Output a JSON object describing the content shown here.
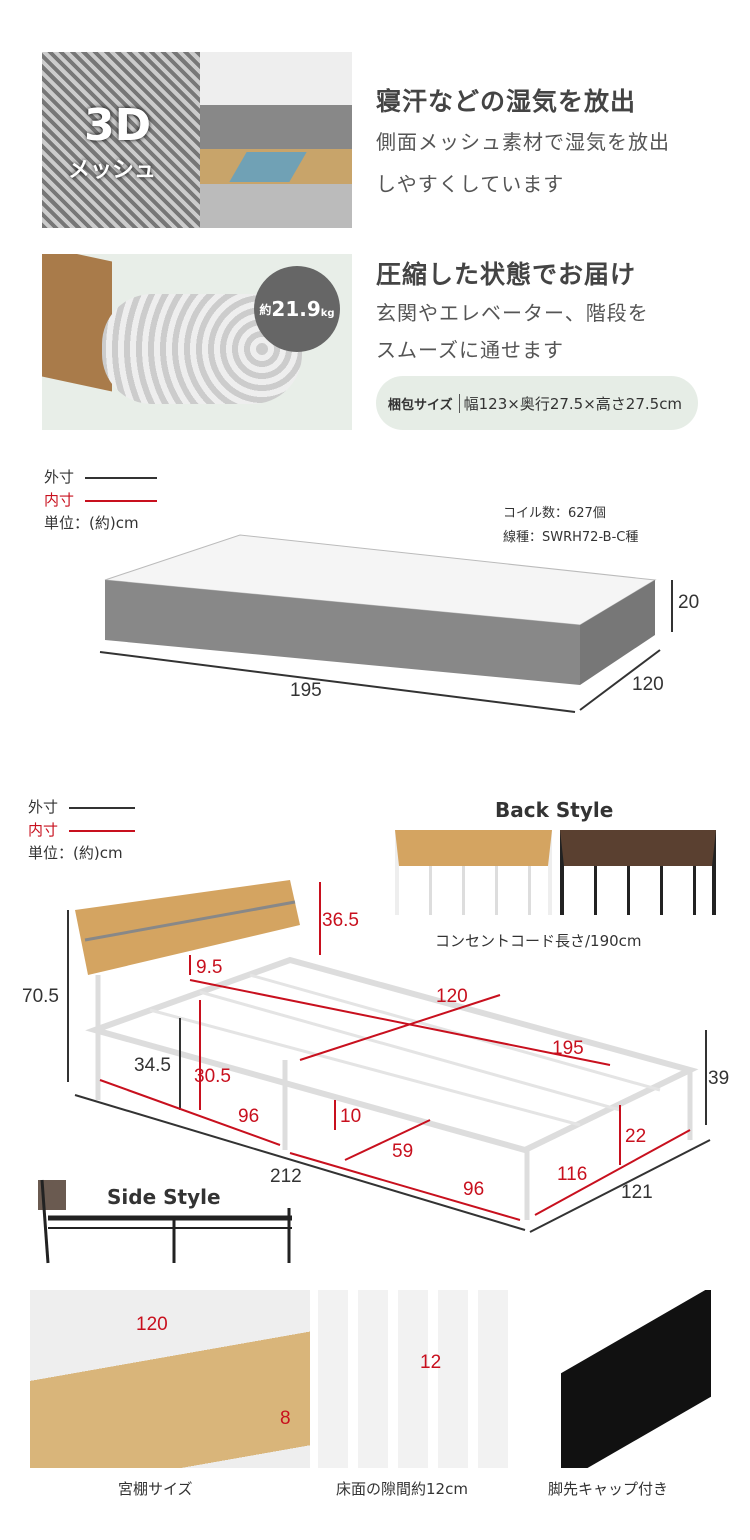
{
  "feature1": {
    "badge_main": "3D",
    "badge_sub": "メッシュ",
    "title": "寝汗などの湿気を放出",
    "lines": [
      "側面メッシュ素材で湿気を放出",
      "しやすくしています"
    ]
  },
  "feature2": {
    "weight_prefix": "約",
    "weight_value": "21.9",
    "weight_unit": "kg",
    "title": "圧縮した状態でお届け",
    "lines": [
      "玄関やエレベーター、階段を",
      "スムーズに通せます"
    ],
    "package_label": "梱包サイズ",
    "package_value": "幅123×奥行27.5×高さ27.5cm"
  },
  "legend": {
    "outer": "外寸",
    "inner": "内寸",
    "unit": "単位：(約)cm"
  },
  "mattress": {
    "coil": "コイル数：627個",
    "wire": "線種：SWRH72-B-C種",
    "height": "20",
    "length": "195",
    "width": "120"
  },
  "bed": {
    "back_style": "Back Style",
    "cord": "コンセントコード長さ/190cm",
    "side_style": "Side Style",
    "dims": {
      "headboard": "36.5",
      "shelf_gap": "9.5",
      "total_height": "70.5",
      "inner_width": "120",
      "inner_length": "195",
      "under_height": "34.5",
      "inner_under": "30.5",
      "foot_height": "39",
      "half_len1": "96",
      "slat_gap": "10",
      "leg_span": "59",
      "foot_under": "22",
      "total_length": "212",
      "half_len2": "96",
      "inner_foot": "116",
      "total_width": "121"
    }
  },
  "photos": [
    {
      "caption": "宮棚サイズ",
      "dim1": "120",
      "dim2": "8"
    },
    {
      "caption": "床面の隙間約12cm",
      "dim1": "12"
    },
    {
      "caption": "脚先キャップ付き"
    }
  ],
  "colors": {
    "red": "#c8101e",
    "wood": "#d4a461",
    "pill": "#e6ede6"
  }
}
